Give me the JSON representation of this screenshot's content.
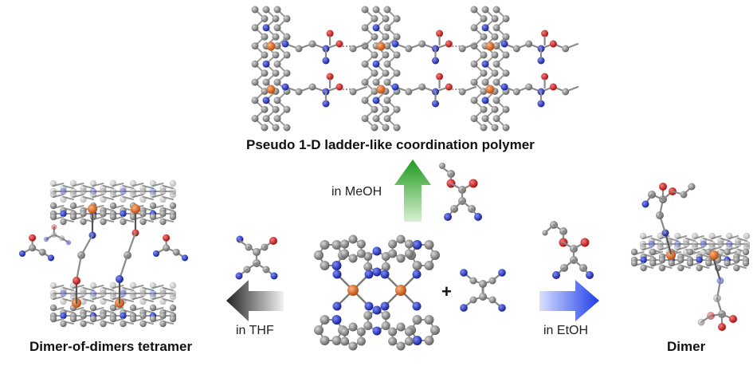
{
  "labels": {
    "polymer": "Pseudo 1-D ladder-like coordination polymer",
    "tetramer": "Dimer-of-dimers tetramer",
    "dimer": "Dimer",
    "meoh": "in MeOH",
    "thf": "in THF",
    "etoh": "in EtOH",
    "plus": "+"
  },
  "colors": {
    "carbon": "#7d7d7d",
    "nitrogen": "#1f2fb0",
    "oxygen": "#c81414",
    "metal": "#e0661c",
    "arrow_meoh": "#1e9a1e",
    "arrow_thf": "#2b2b2b",
    "arrow_etoh": "#2040e8"
  }
}
